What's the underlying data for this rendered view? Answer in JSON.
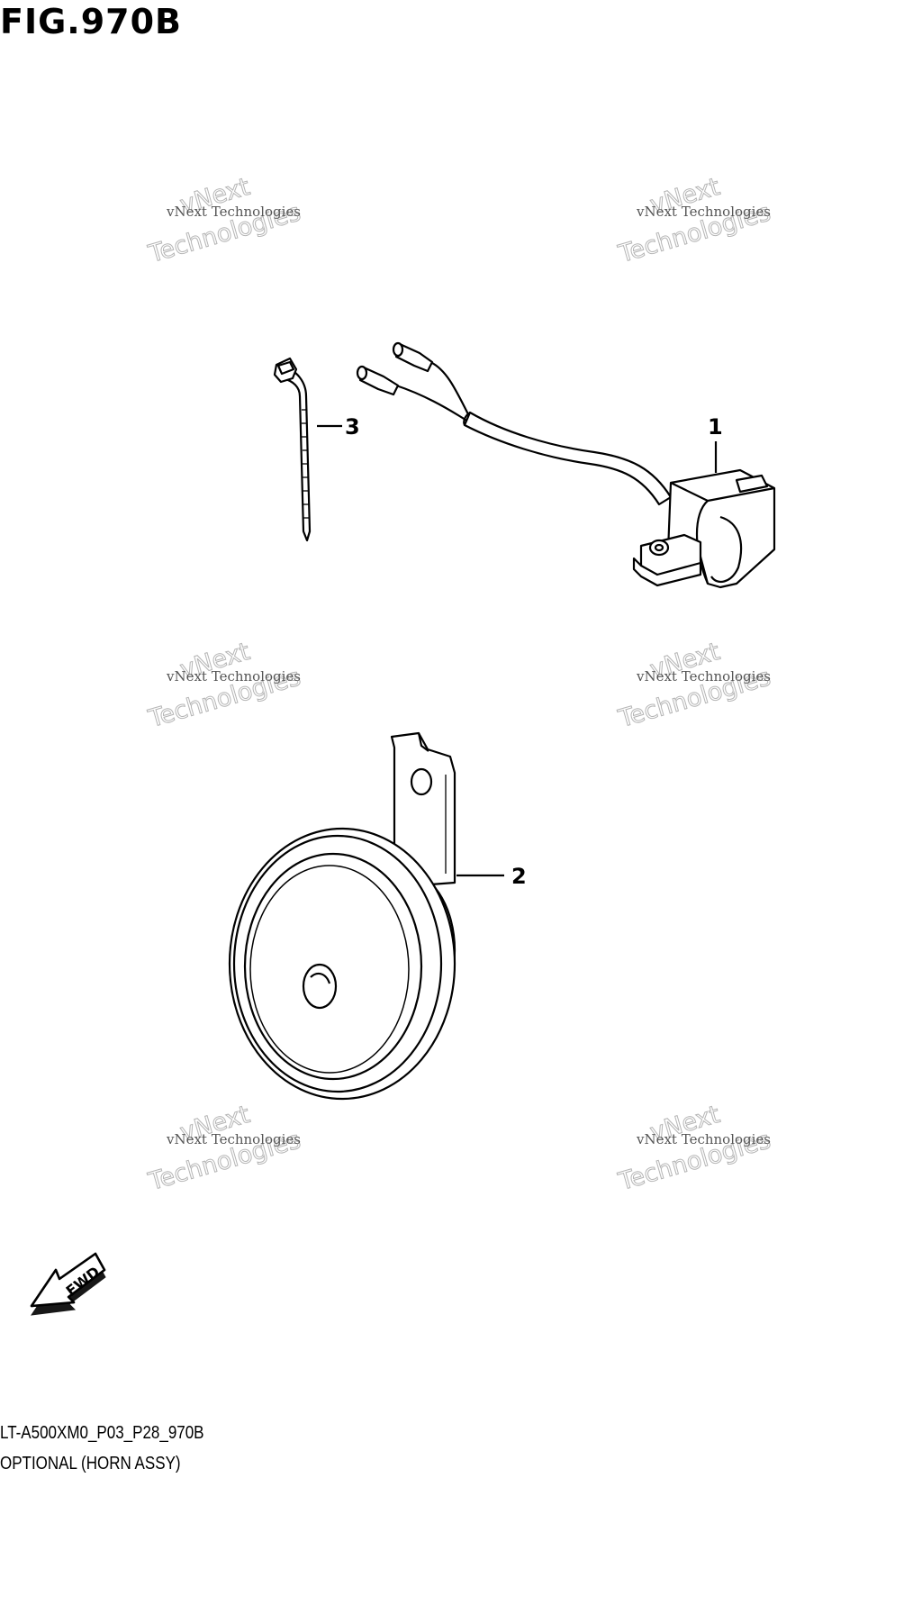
{
  "figure": {
    "title": "FIG.970B",
    "code": "LT-A500XM0_P03_P28_970B",
    "description": "OPTIONAL (HORN ASSY)"
  },
  "callouts": [
    "1",
    "2",
    "3"
  ],
  "watermark": {
    "line1": "vNext Technologies",
    "line2": "vNext",
    "line3": "Technologies"
  },
  "fwd_label": "FWD",
  "colors": {
    "line": "#000000",
    "watermark": "#b5b5b5"
  }
}
